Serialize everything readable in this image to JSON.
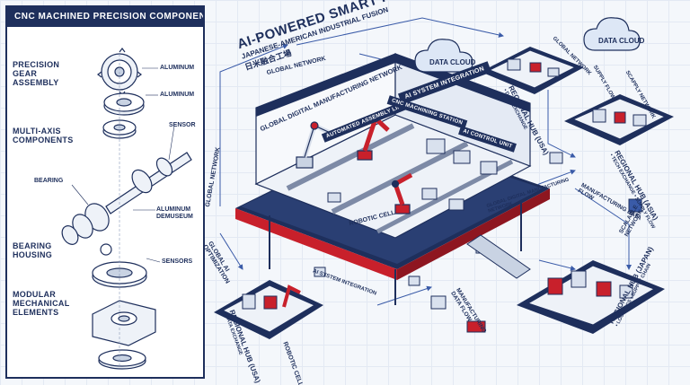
{
  "panel": {
    "title": "CNC MACHINED PRECISION COMPONENTS",
    "labels": {
      "precision_gear": "PRECISION GEAR ASSEMBLY",
      "multi_axis": "MULTI-AXIS COMPONENTS",
      "bearing_housing": "BEARING HOUSING",
      "modular": "MODULAR MECHANICAL ELEMENTS"
    },
    "callouts": {
      "aluminum1": "ALUMINUM",
      "aluminum2": "ALUMINUM",
      "sensor": "SENSOR",
      "bearing": "BEARING",
      "aluminum_demuseum": "ALUMINUM DEMUSEUM",
      "sensors": "SENSORS"
    }
  },
  "diagram": {
    "title": "AI-POWERED SMART FACTORY HUB",
    "subtitle": "JAPANESE-AMERICAN INDUSTRIAL FUSION",
    "subtitle_jp": "日米融合工場",
    "platform_label": "GLOBAL DIGITAL MANUFACTURING NETWORK",
    "signs": {
      "ai_system_integration": "AI SYSTEM INTEGRATION",
      "automated_assembly": "AUTOMATED ASSEMBLY LINE",
      "cnc_machining": "CNC MACHINING STATION",
      "ai_control_unit": "AI CONTROL UNIT"
    },
    "robotic_cell_main": "ROBOTIC CELL",
    "robotic_cell_lower": "ROBOTIC CELL",
    "global_network_left": "GLOBAL NETWORK",
    "global_network_top": "GLOBAL NETWORK",
    "global_network_right": "GLOBAL NETWORK",
    "global_ai_optimization": "GLOBAL AI OPTIMIZATION",
    "ai_system_integration_floor": "AI SYSTEM INTEGRATION",
    "global_digital_mfg": "GLOBAL DIGITAL MANUFACTURING NETWORK",
    "manufacturing_data_flow_right": "MANUFACTURING DATA FLOW",
    "manufacturing_data_flow_bottom": "MANUFACTURING DATA FLOW",
    "scalable_network_top": "SCAPPLY NETWORK",
    "scalable_network_right": "SCALABLE NETWORK",
    "supply_flow": "SUPPLY FLOW",
    "cloud1": "DATA CLOUD",
    "cloud2": "DATA CLOUD",
    "hubs": {
      "hub_usa_top": {
        "title": "REGIONAL HUB (USA)",
        "sub": "• DATA EXCHANGE"
      },
      "hub_asia": {
        "title": "REGIONAL HUB (ASIA)",
        "sub": "• TECH EXCHANGE • SUPPLY FLOW"
      },
      "hub_usa_bottom": {
        "title": "REGIONAL HUB (USA)",
        "sub": "• DATA EXCHANGE"
      },
      "hub_japan": {
        "title": "REGIONAL HUB (JAPAN)",
        "sub": "• LOGISTICS • SUPPLY CHAIN"
      }
    }
  },
  "colors": {
    "navy": "#1e2f5c",
    "red": "#c8202b",
    "light": "#e8eef7"
  }
}
